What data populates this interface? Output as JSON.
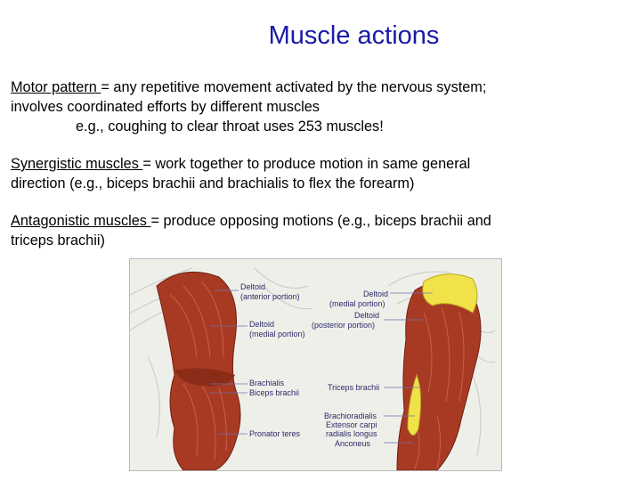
{
  "title": "Muscle actions",
  "motor": {
    "term": "Motor pattern ",
    "line1": " = any repetitive movement activated by the nervous system;",
    "line2": "involves coordinated efforts by different muscles",
    "example": "e.g., coughing to clear throat uses 253 muscles!"
  },
  "synergistic": {
    "term": "Synergistic muscles ",
    "line1": " = work together to produce motion in same general",
    "line2": "direction (e.g., biceps brachii and brachialis to flex the forearm)"
  },
  "antagonistic": {
    "term": "Antagonistic muscles ",
    "line1": " = produce opposing motions (e.g., biceps brachii and",
    "line2": "triceps brachii)"
  },
  "figure": {
    "labels_left": {
      "deltoid_ant_1": "Deltoid",
      "deltoid_ant_2": "(anterior portion)",
      "deltoid_med_1": "Deltoid",
      "deltoid_med_2": "(medial portion)",
      "brachialis": "Brachialis",
      "biceps": "Biceps brachii",
      "pronator": "Pronator teres"
    },
    "labels_right": {
      "deltoid_med_1": "Deltoid",
      "deltoid_med_2": "(medial portion)",
      "deltoid_post_1": "Deltoid",
      "deltoid_post_2": "(posterior portion)",
      "triceps": "Triceps brachii",
      "brachioradialis": "Brachioradialis",
      "ecrl_1": "Extensor carpi",
      "ecrl_2": "radialis longus",
      "anconeus": "Anconeus"
    },
    "colors": {
      "muscle": "#a83a24",
      "tendon": "#f2e24a",
      "skin": "#dcdcd6",
      "label": "#2a2a6a"
    }
  }
}
